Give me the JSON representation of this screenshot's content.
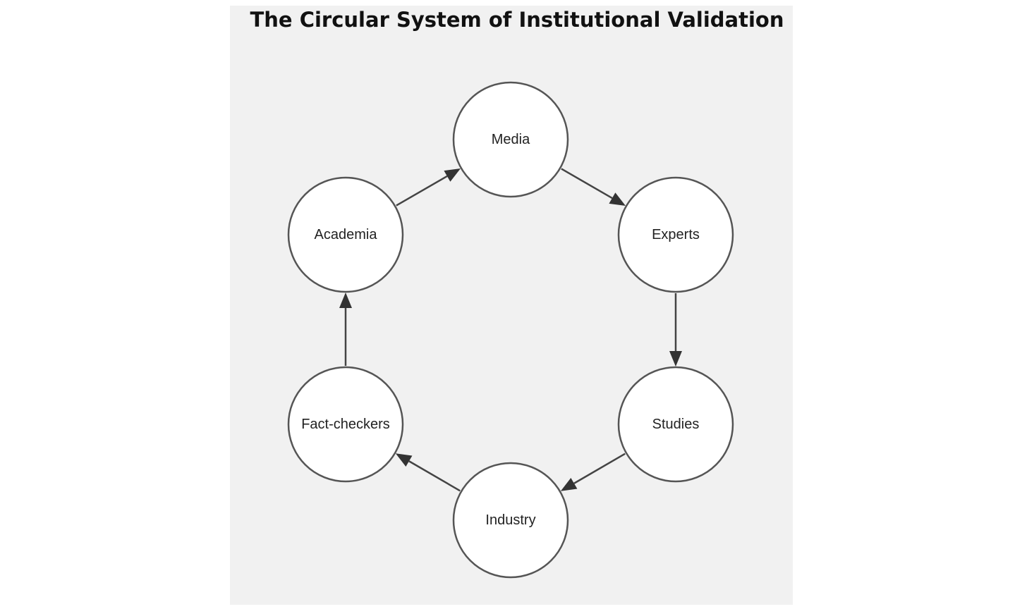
{
  "diagram": {
    "title": "The Circular System of Institutional Validation",
    "nodes": [
      {
        "id": "media",
        "label": "Media"
      },
      {
        "id": "experts",
        "label": "Experts"
      },
      {
        "id": "studies",
        "label": "Studies"
      },
      {
        "id": "industry",
        "label": "Industry"
      },
      {
        "id": "fact-checkers",
        "label": "Fact-checkers"
      },
      {
        "id": "academia",
        "label": "Academia"
      }
    ],
    "edges": [
      {
        "from": "media",
        "to": "experts"
      },
      {
        "from": "experts",
        "to": "studies"
      },
      {
        "from": "studies",
        "to": "industry"
      },
      {
        "from": "industry",
        "to": "fact-checkers"
      },
      {
        "from": "fact-checkers",
        "to": "academia"
      },
      {
        "from": "academia",
        "to": "media"
      }
    ]
  }
}
